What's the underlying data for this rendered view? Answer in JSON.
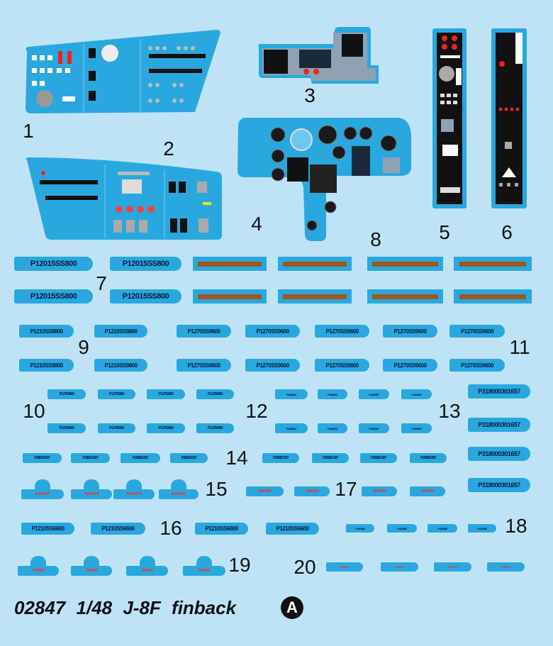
{
  "sheet": {
    "footer_title": "02847  1/48 J-8F finback",
    "sheet_letter": "A",
    "colors": {
      "background": "#bfe3f6",
      "decal_blue": "#29a8e0",
      "stripe_brown": "#9a5a1c",
      "red": "#e33333",
      "panel_black": "#111111",
      "panel_gray": "#8fa2b4"
    }
  },
  "labels": [
    "1",
    "2",
    "3",
    "4",
    "5",
    "6",
    "7",
    "8",
    "9",
    "10",
    "11",
    "12",
    "13",
    "14",
    "15",
    "16",
    "17",
    "18",
    "19",
    "20"
  ],
  "decals": {
    "d7": "P12015SS800",
    "d9": "P1210SS9800",
    "d11": "P1270SS9600",
    "d10": "P12760800",
    "d12": "P1480607",
    "d13": "P318000301657",
    "d14": "P2890D307",
    "d15": "891005373",
    "d16": "P1210SS6600",
    "d17": "61801856",
    "d18": "P1460B0",
    "d19": "8768295",
    "d20": "8P06103"
  }
}
